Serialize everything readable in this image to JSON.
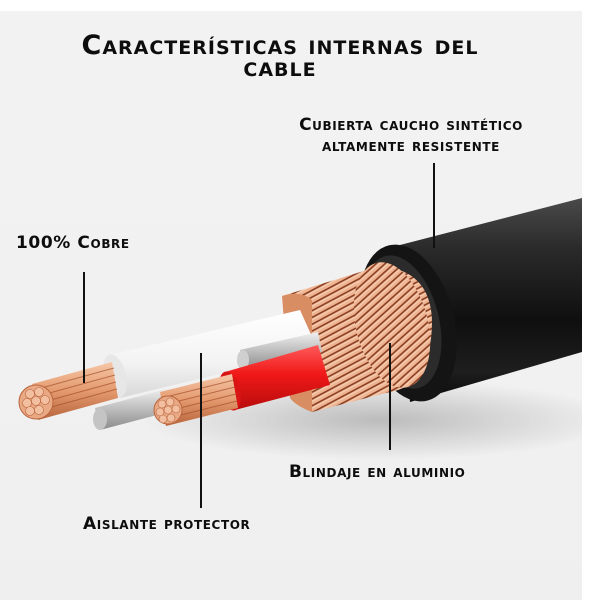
{
  "title": {
    "line1": "Características internas del",
    "line2": "cable"
  },
  "labels": {
    "cubierta": {
      "line1": "Cubierta caucho sintético",
      "line2": "altamente resistente"
    },
    "cobre": "100% Cobre",
    "blindaje": "Blindaje en aluminio",
    "aislante": "Aislante protector"
  },
  "colors": {
    "background": "#f2f2f2",
    "jacket": "#1a1a1a",
    "copper": "#e8a07a",
    "shield": "#e9b08e",
    "red_insulation": "#ee1c1c",
    "white_insulation": "#f7f7f7",
    "silver_strands": "#c7c7c7",
    "leader_lines": "#111111"
  }
}
